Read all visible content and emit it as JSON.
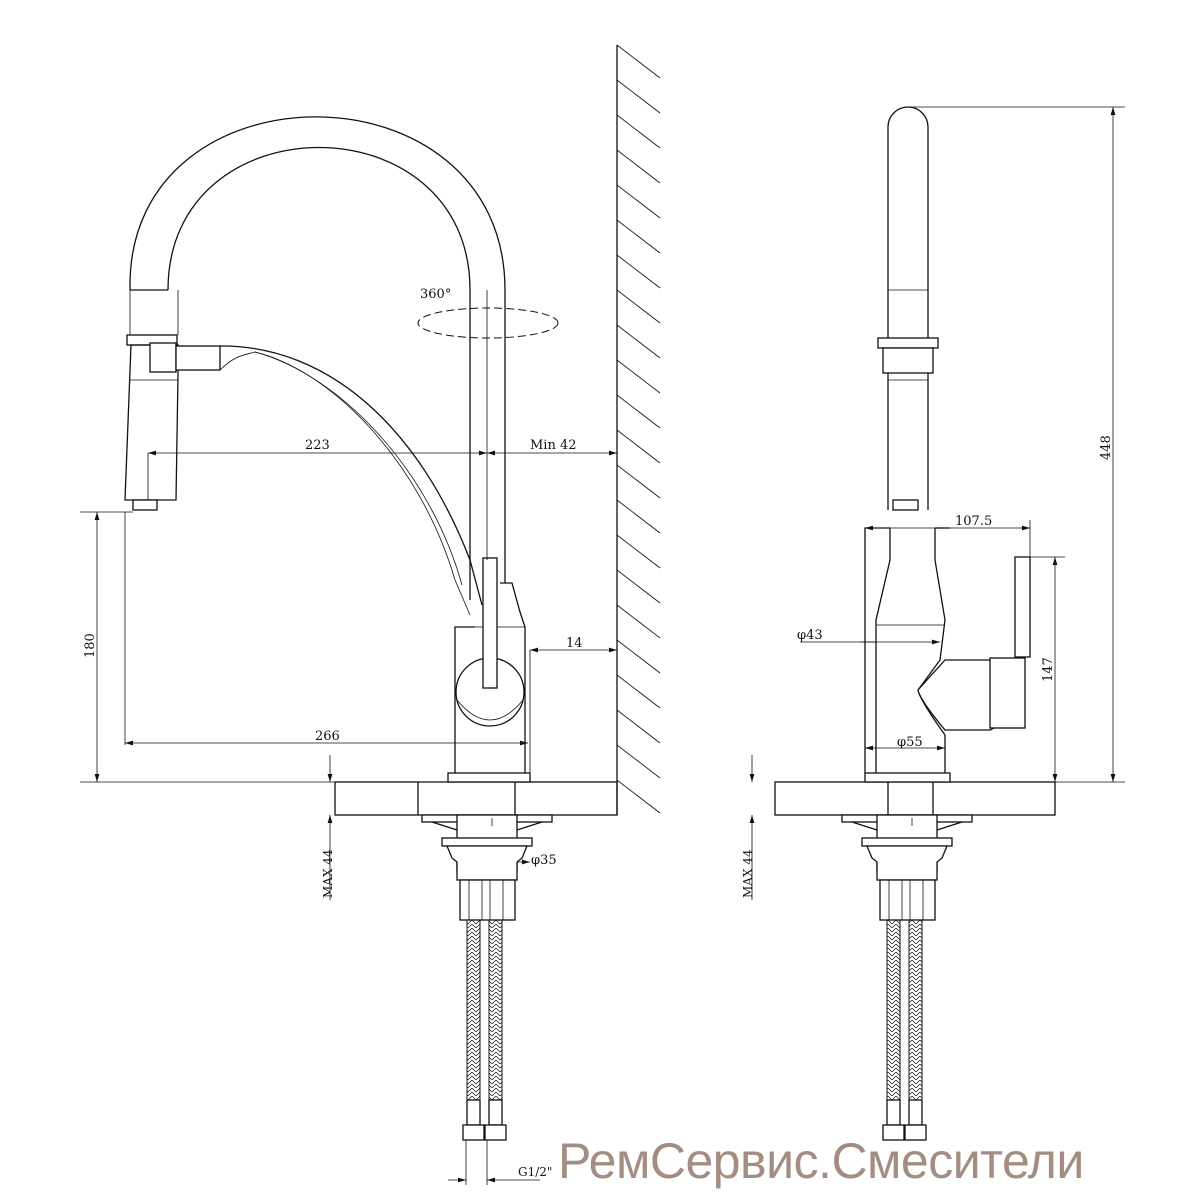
{
  "title": "Kitchen faucet with pull-out spout – dimension drawing",
  "dimensions": {
    "rotation": "360°",
    "spout_reach": "223",
    "wall_min": "Min 42",
    "spout_height": "180",
    "overall_reach": "266",
    "wall_base": "14",
    "shank_diameter": "φ35",
    "max_counter_left": "MAX 44",
    "max_counter_right": "MAX 44",
    "connection": "G1/2\"",
    "total_height": "448",
    "handle_reach": "107.5",
    "body_diameter_top": "φ43",
    "handle_height": "147",
    "base_diameter": "φ55"
  },
  "watermark": "РемСервис.Смесители",
  "colors": {
    "line": "#111111",
    "watermark": "#a38d82"
  }
}
